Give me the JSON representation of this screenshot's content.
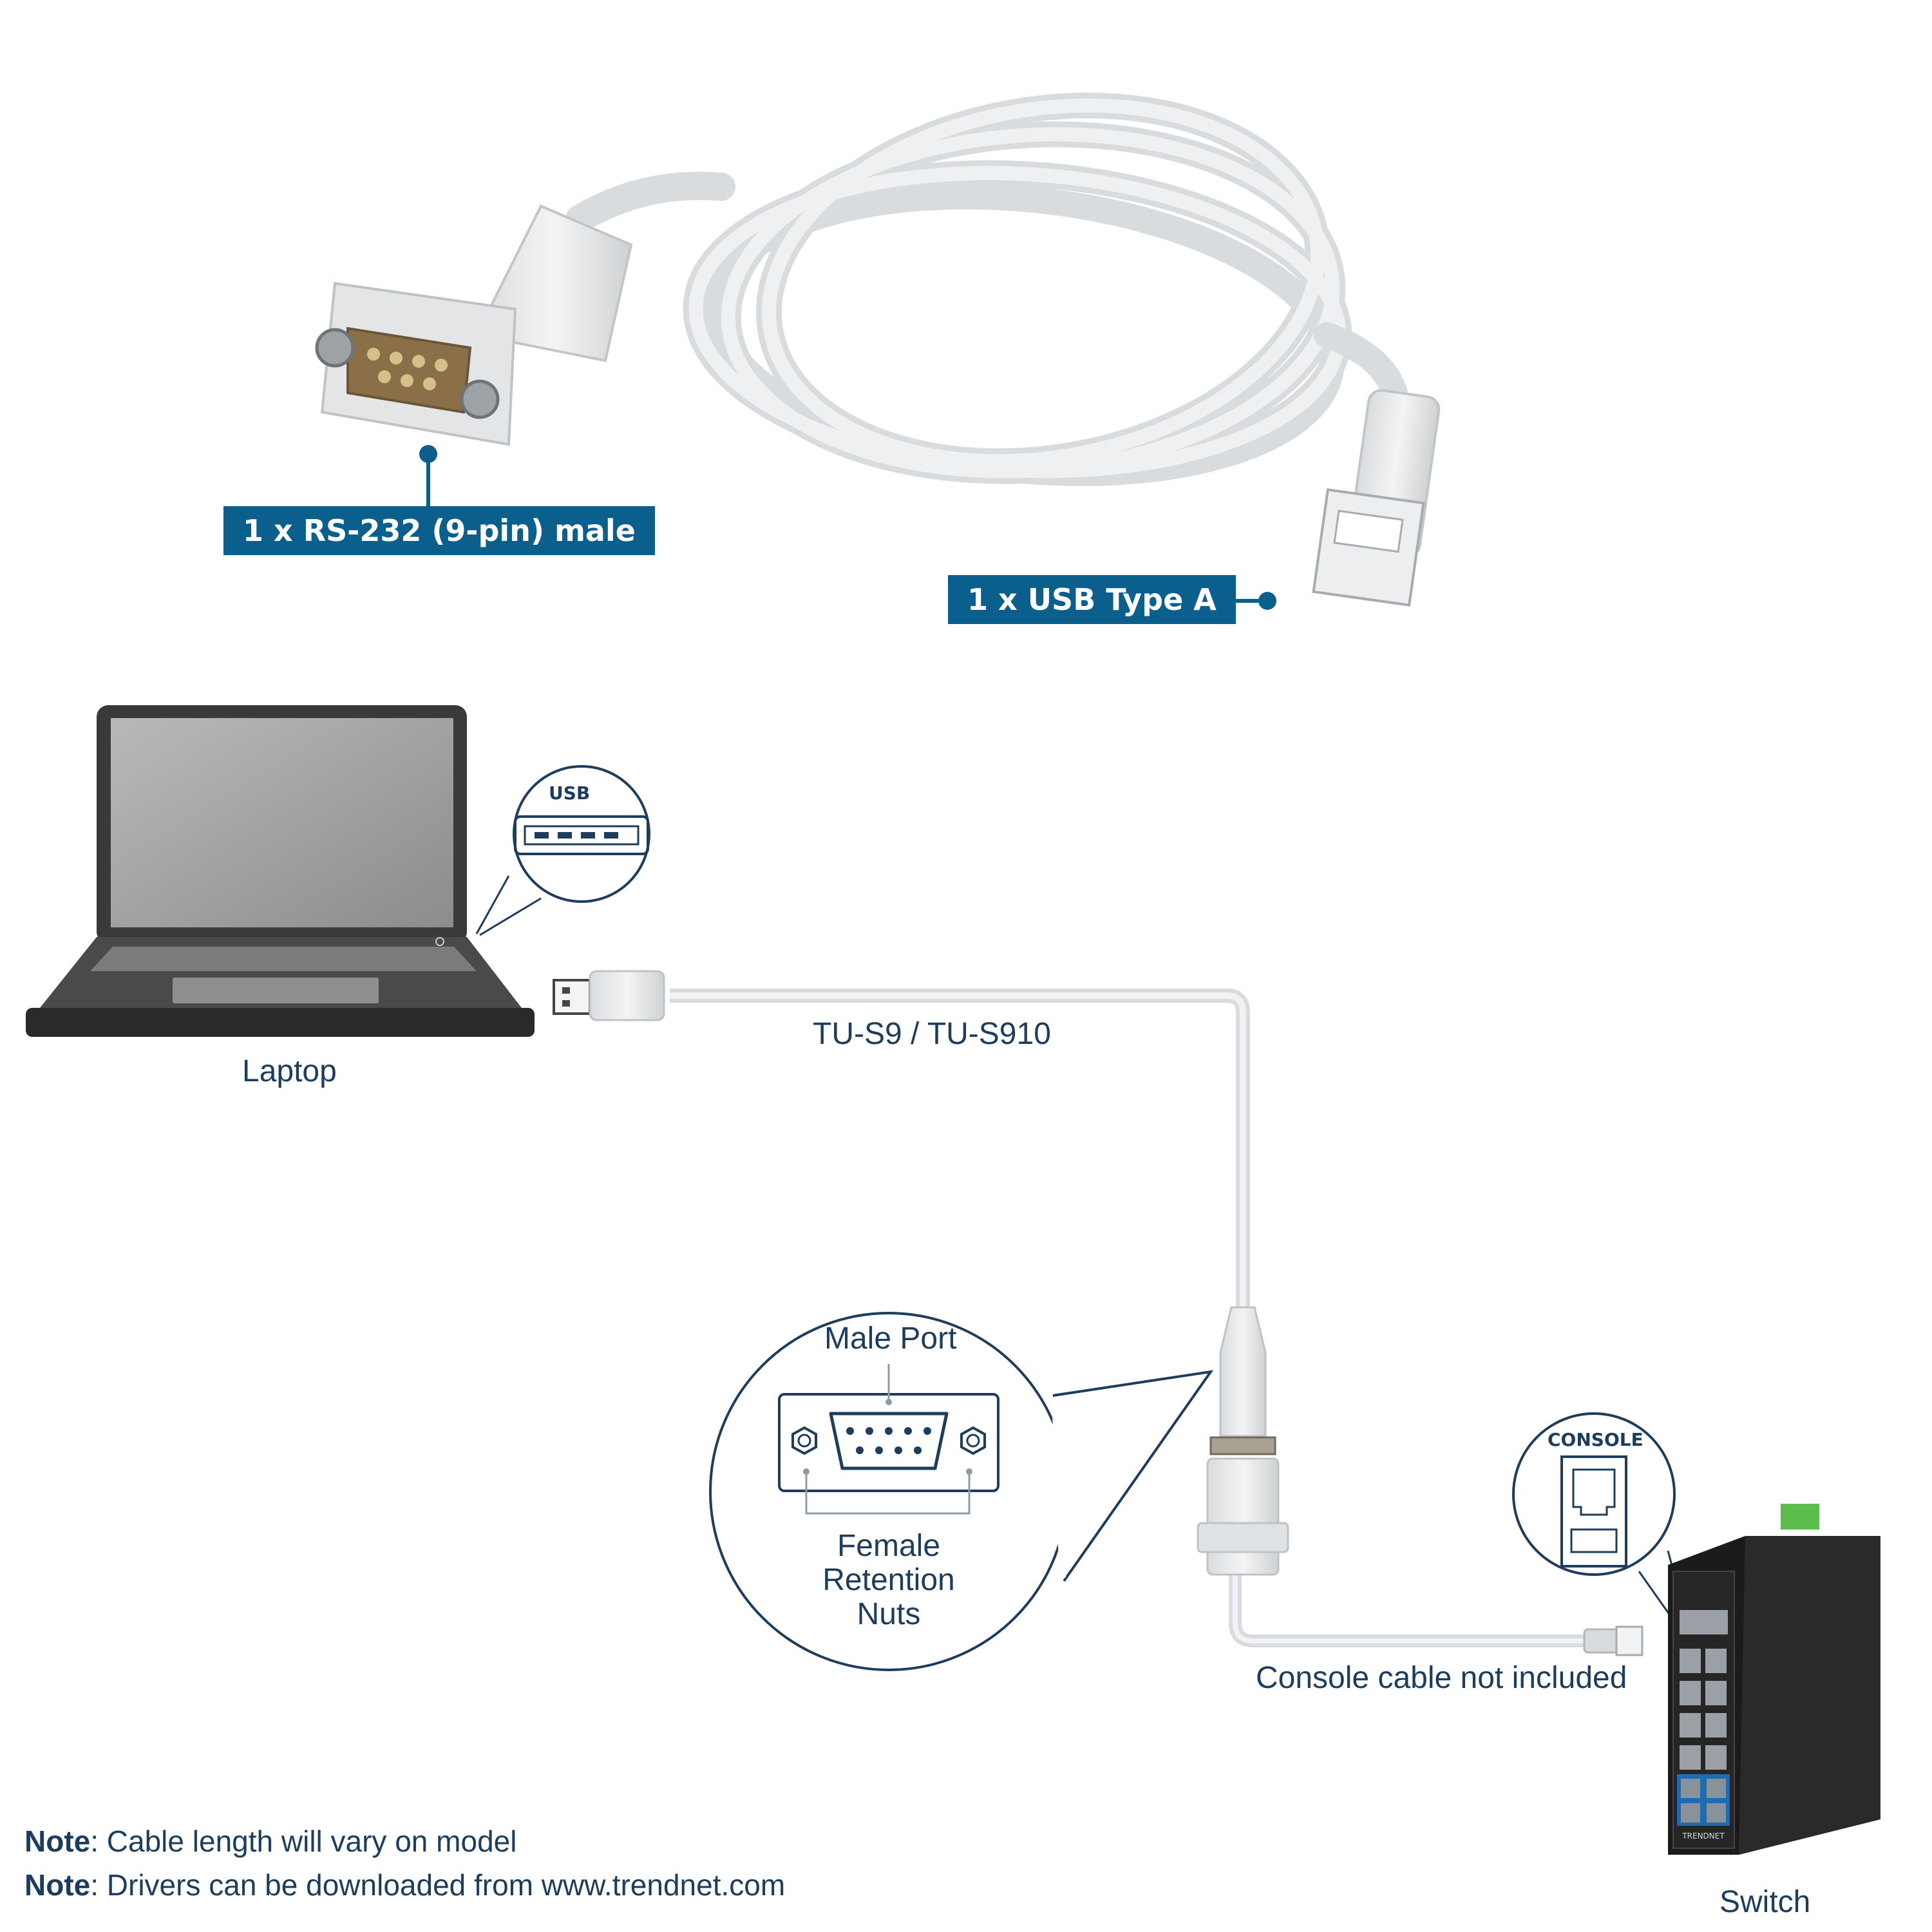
{
  "product_callouts": {
    "rs232": "1 x RS-232 (9-pin) male",
    "usb": "1 x USB Type A"
  },
  "diagram": {
    "laptop_label": "Laptop",
    "usb_port_label": "USB",
    "cable_label": "TU-S9 / TU-S910",
    "male_port_label": "Male Port",
    "female_nuts_label": "Female Retention Nuts",
    "console_port_label": "CONSOLE",
    "console_cable_label": "Console cable not included",
    "switch_label": "Switch",
    "switch_brand": "TRENDNET"
  },
  "notes": [
    {
      "prefix": "Note",
      "text": ": Cable length will vary on model"
    },
    {
      "prefix": "Note",
      "text": ": Drivers can be downloaded from www.trendnet.com"
    }
  ],
  "colors": {
    "accent": "#0b5f8d",
    "text": "#1d3d5e",
    "cable": "#e9ebec",
    "laptop_body": "#3a3a3a",
    "switch_body": "#1b1b1b"
  }
}
